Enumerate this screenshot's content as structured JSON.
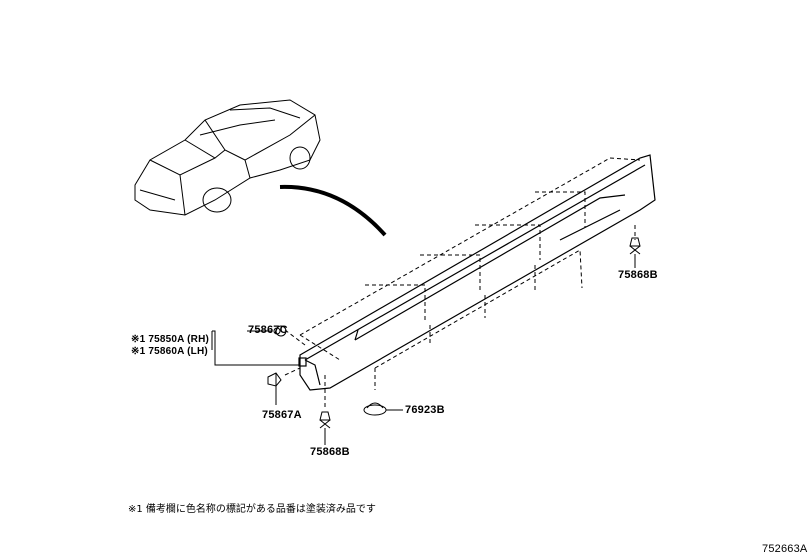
{
  "callouts": {
    "part_75867C": "75867C",
    "part_75850A": "※1 75850A (RH)",
    "part_75860A": "※1 75860A (LH)",
    "part_75867A": "75867A",
    "part_75868B_lower": "75868B",
    "part_75868B_upper": "75868B",
    "part_76923B": "76923B"
  },
  "footnote": "※1 備考欄に色名称の標記がある品番は塗装済み品です",
  "illustration_id": "752663A"
}
